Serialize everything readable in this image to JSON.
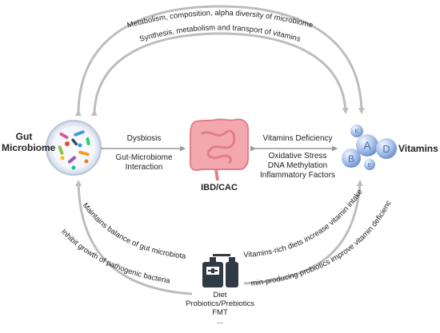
{
  "nodes": {
    "microbiome": "Gut\nMicrobiome",
    "vitamins": "Vitamins",
    "ibd": "IBD/CAC"
  },
  "vitamin_letters": [
    "K",
    "A",
    "D",
    "B",
    "E"
  ],
  "left_links": {
    "top": "Dysbiosis",
    "bottom": "Gut-Microbiome\nInteraction"
  },
  "right_links": {
    "top": "Vitamins Deficiency",
    "bottom": "Oxidative Stress\nDNA Methylation\nInflammatory Factors"
  },
  "arcs": {
    "top_outer": "Metabolism, composition, alpha diversity of microbiome",
    "top_inner": "Synthesis, metabolism and transport of vitamins",
    "left_outer": "Inhibit growth of pathogenic bacteria",
    "left_inner": "Maintains balance of gut microbiota",
    "right_outer": "Vitamins-rich diets increase vitamin intake",
    "right_inner": "Vitamin-producing probiotics improve vitamin deficiencies"
  },
  "interventions": {
    "lines": [
      "Diet",
      "Probiotics/Prebiotics",
      "FMT",
      "..."
    ]
  },
  "colors": {
    "arrow": "#bdbdbd",
    "intestine": "#f0a0a8",
    "vitamin_bubble": "#8fb0e0",
    "bottle": "#2f3a44"
  },
  "icons": {
    "microbiome": "petri-dish-bacteria-icon",
    "ibd": "intestine-icon",
    "vitamins": "vitamin-bubbles-icon",
    "interventions": "medicine-bottles-icon"
  }
}
